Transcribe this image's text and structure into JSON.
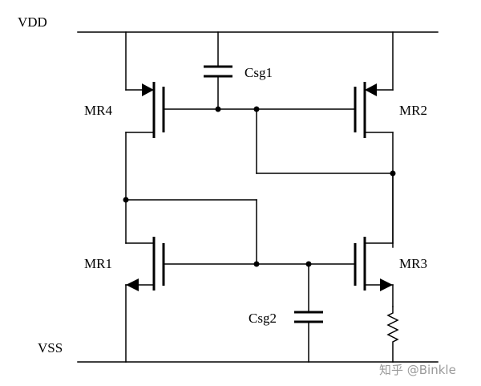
{
  "labels": {
    "vdd": "VDD",
    "vss": "VSS",
    "csg1": "Csg1",
    "csg2": "Csg2",
    "mr1": "MR1",
    "mr2": "MR2",
    "mr3": "MR3",
    "mr4": "MR4"
  },
  "watermark": "知乎 @Binkle",
  "colors": {
    "wire": "#000000",
    "background": "#ffffff",
    "watermark": "#9a9a9a"
  }
}
